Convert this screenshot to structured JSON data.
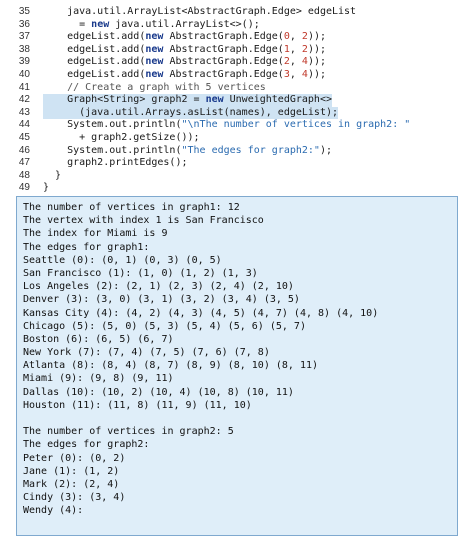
{
  "code_lines": [
    {
      "n": "35",
      "hl": false,
      "parts": [
        {
          "t": "    java.util.ArrayList<AbstractGraph.Edge> edgeList",
          "c": ""
        }
      ]
    },
    {
      "n": "36",
      "hl": false,
      "parts": [
        {
          "t": "      = ",
          "c": ""
        },
        {
          "t": "new",
          "c": "kw"
        },
        {
          "t": " java.util.ArrayList<>();",
          "c": ""
        }
      ]
    },
    {
      "n": "37",
      "hl": false,
      "parts": [
        {
          "t": "    edgeList.add(",
          "c": ""
        },
        {
          "t": "new",
          "c": "kw"
        },
        {
          "t": " AbstractGraph.Edge(",
          "c": ""
        },
        {
          "t": "0",
          "c": "num"
        },
        {
          "t": ", ",
          "c": ""
        },
        {
          "t": "2",
          "c": "num"
        },
        {
          "t": "));",
          "c": ""
        }
      ]
    },
    {
      "n": "38",
      "hl": false,
      "parts": [
        {
          "t": "    edgeList.add(",
          "c": ""
        },
        {
          "t": "new",
          "c": "kw"
        },
        {
          "t": " AbstractGraph.Edge(",
          "c": ""
        },
        {
          "t": "1",
          "c": "num"
        },
        {
          "t": ", ",
          "c": ""
        },
        {
          "t": "2",
          "c": "num"
        },
        {
          "t": "));",
          "c": ""
        }
      ]
    },
    {
      "n": "39",
      "hl": false,
      "parts": [
        {
          "t": "    edgeList.add(",
          "c": ""
        },
        {
          "t": "new",
          "c": "kw"
        },
        {
          "t": " AbstractGraph.Edge(",
          "c": ""
        },
        {
          "t": "2",
          "c": "num"
        },
        {
          "t": ", ",
          "c": ""
        },
        {
          "t": "4",
          "c": "num"
        },
        {
          "t": "));",
          "c": ""
        }
      ]
    },
    {
      "n": "40",
      "hl": false,
      "parts": [
        {
          "t": "    edgeList.add(",
          "c": ""
        },
        {
          "t": "new",
          "c": "kw"
        },
        {
          "t": " AbstractGraph.Edge(",
          "c": ""
        },
        {
          "t": "3",
          "c": "num"
        },
        {
          "t": ", ",
          "c": ""
        },
        {
          "t": "4",
          "c": "num"
        },
        {
          "t": "));",
          "c": ""
        }
      ]
    },
    {
      "n": "41",
      "hl": false,
      "parts": [
        {
          "t": "    // Create a graph with 5 vertices",
          "c": "cmt"
        }
      ]
    },
    {
      "n": "42",
      "hl": true,
      "parts": [
        {
          "t": "    Graph<String> graph2 = ",
          "c": ""
        },
        {
          "t": "new",
          "c": "kw"
        },
        {
          "t": " UnweightedGraph<>",
          "c": ""
        }
      ]
    },
    {
      "n": "43",
      "hl": true,
      "parts": [
        {
          "t": "      (java.util.Arrays.asList(names), edgeList);",
          "c": ""
        }
      ]
    },
    {
      "n": "44",
      "hl": false,
      "parts": [
        {
          "t": "    System.out.println(",
          "c": ""
        },
        {
          "t": "\"\\nThe number of vertices in graph2: \"",
          "c": "str"
        }
      ]
    },
    {
      "n": "45",
      "hl": false,
      "parts": [
        {
          "t": "      + graph2.getSize());",
          "c": ""
        }
      ]
    },
    {
      "n": "46",
      "hl": false,
      "parts": [
        {
          "t": "    System.out.println(",
          "c": ""
        },
        {
          "t": "\"The edges for graph2:\"",
          "c": "str"
        },
        {
          "t": ");",
          "c": ""
        }
      ]
    },
    {
      "n": "47",
      "hl": false,
      "parts": [
        {
          "t": "    graph2.printEdges();",
          "c": ""
        }
      ]
    },
    {
      "n": "48",
      "hl": false,
      "parts": [
        {
          "t": "  }",
          "c": ""
        }
      ]
    },
    {
      "n": "49",
      "hl": false,
      "parts": [
        {
          "t": "}",
          "c": ""
        }
      ]
    }
  ],
  "output_lines": [
    "The number of vertices in graph1: 12",
    "The vertex with index 1 is San Francisco",
    "The index for Miami is 9",
    "The edges for graph1:",
    "Seattle (0): (0, 1) (0, 3) (0, 5)",
    "San Francisco (1): (1, 0) (1, 2) (1, 3)",
    "Los Angeles (2): (2, 1) (2, 3) (2, 4) (2, 10)",
    "Denver (3): (3, 0) (3, 1) (3, 2) (3, 4) (3, 5)",
    "Kansas City (4): (4, 2) (4, 3) (4, 5) (4, 7) (4, 8) (4, 10)",
    "Chicago (5): (5, 0) (5, 3) (5, 4) (5, 6) (5, 7)",
    "Boston (6): (6, 5) (6, 7)",
    "New York (7): (7, 4) (7, 5) (7, 6) (7, 8)",
    "Atlanta (8): (8, 4) (8, 7) (8, 9) (8, 10) (8, 11)",
    "Miami (9): (9, 8) (9, 11)",
    "Dallas (10): (10, 2) (10, 4) (10, 8) (10, 11)",
    "Houston (11): (11, 8) (11, 9) (11, 10)",
    "",
    "The number of vertices in graph2: 5",
    "The edges for graph2:",
    "Peter (0): (0, 2)",
    "Jane (1): (1, 2)",
    "Mark (2): (2, 4)",
    "Cindy (3): (3, 4)",
    "Wendy (4):"
  ]
}
